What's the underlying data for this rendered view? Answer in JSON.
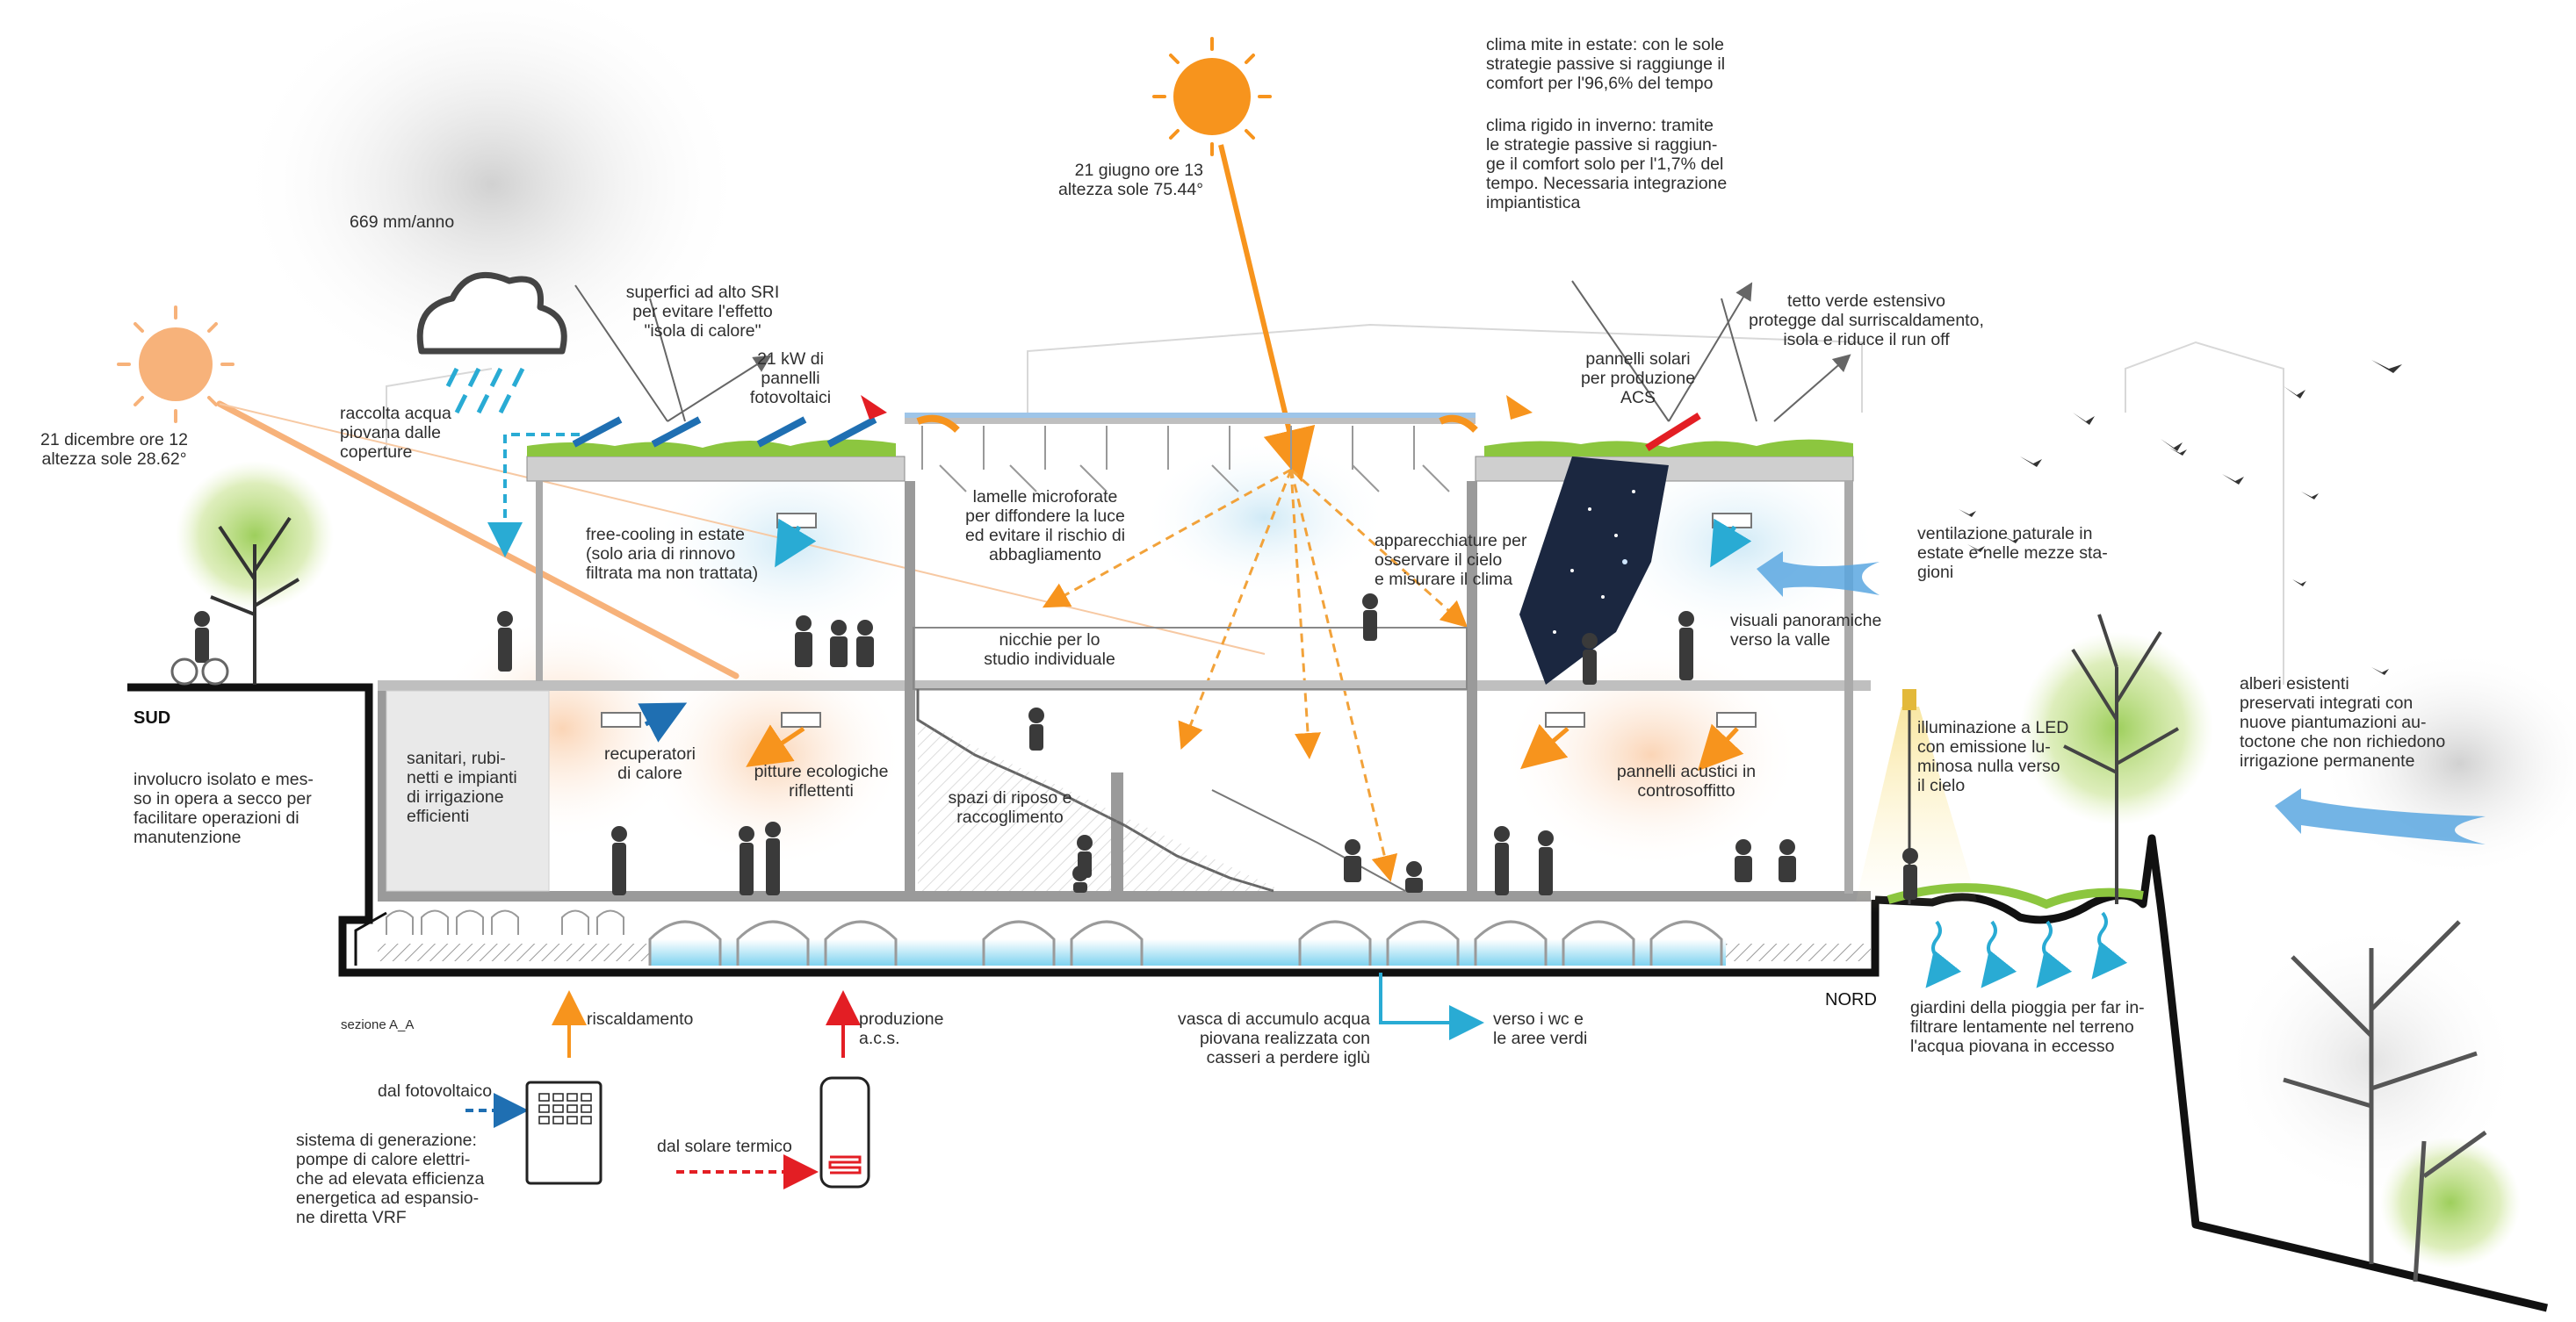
{
  "section": {
    "title": "sezione A_A",
    "south": "SUD",
    "north": "NORD"
  },
  "sun_winter": "21 dicembre ore 12\naltezza sole 28.62°",
  "sun_summer": "21 giugno ore 13\naltezza sole 75.44°",
  "rain": {
    "amount": "669 mm/anno",
    "collection": "raccolta acqua\npiovana dalle\ncoperture"
  },
  "climate": {
    "summer": "clima mite in estate: con le sole\nstrategie passive si raggiunge il\ncomfort per l'96,6% del tempo",
    "winter": "clima rigido in inverno: tramite\nle strategie passive si raggiun-\nge il comfort solo per l'1,7% del\ntempo. Necessaria integrazione\nimpiantistica"
  },
  "labels": {
    "sri": "superfici ad alto SRI\nper evitare l'effetto\n\"isola di calore\"",
    "pv": "21 kW di\npannelli\nfotovoltaici",
    "green_roof": "tetto verde estensivo\nprotegge dal surriscaldamento,\nisola e riduce il run off",
    "solar_panels": "pannelli solari\nper produzione\nACS",
    "free_cooling": "free-cooling in estate\n(solo aria di rinnovo\nfiltrata ma non trattata)",
    "lamelle": "lamelle microforate\nper diffondere la luce\ned evitare il rischio di\nabbagliamento",
    "apparecchiature": "apparecchiature per\nosservare il cielo\ne misurare il clima",
    "ventilation": "ventilazione naturale in\nestate e nelle mezze sta-\ngioni",
    "visuali": "visuali panoramiche\nverso la valle",
    "nicchie": "nicchie per lo\nstudio individuale",
    "trees": "alberi esistenti\npreservati integrati con\nnuove piantumazioni au-\ntoctone che non richiedono\nirrigazione permanente",
    "led": "illuminazione a LED\ncon emissione lu-\nminosa nulla verso\nil cielo",
    "involucro": "involucro isolato e mes-\nso in opera a secco per\nfacilitare operazioni di\nmanutenzione",
    "sanitari": "sanitari, rubi-\nnetti e impianti\ndi irrigazione\nefficienti",
    "recuperatori": "recuperatori\ndi calore",
    "pitture": "pitture ecologiche\nriflettenti",
    "spazi": "spazi di riposo e\nraccoglimento",
    "pannelli_acustici": "pannelli acustici in\ncontrosoffitto",
    "vasca": "vasca di accumulo acqua\npiovana realizzata con\ncasseri a perdere iglù",
    "wc": "verso i wc e\nle aree verdi",
    "giardini": "giardini della pioggia per far in-\nfiltrare lentamente nel terreno\nl'acqua piovana in eccesso"
  },
  "legend": {
    "riscaldamento": "riscaldamento",
    "produzione": "produzione\na.c.s.",
    "dal_fotovoltaico": "dal fotovoltaico",
    "dal_solare": "dal solare termico",
    "sistema": "sistema di generazione:\npompe di calore elettri-\nche ad elevata efficienza\nenergetica ad espansio-\nne diretta VRF"
  },
  "colors": {
    "sun": "#f7941d",
    "sun_dashed": "#f2a23a",
    "water": "#29abd4",
    "red": "#e31e24",
    "pv_blue": "#1f6fb2",
    "green": "#8cc63f",
    "wall": "#111111"
  }
}
